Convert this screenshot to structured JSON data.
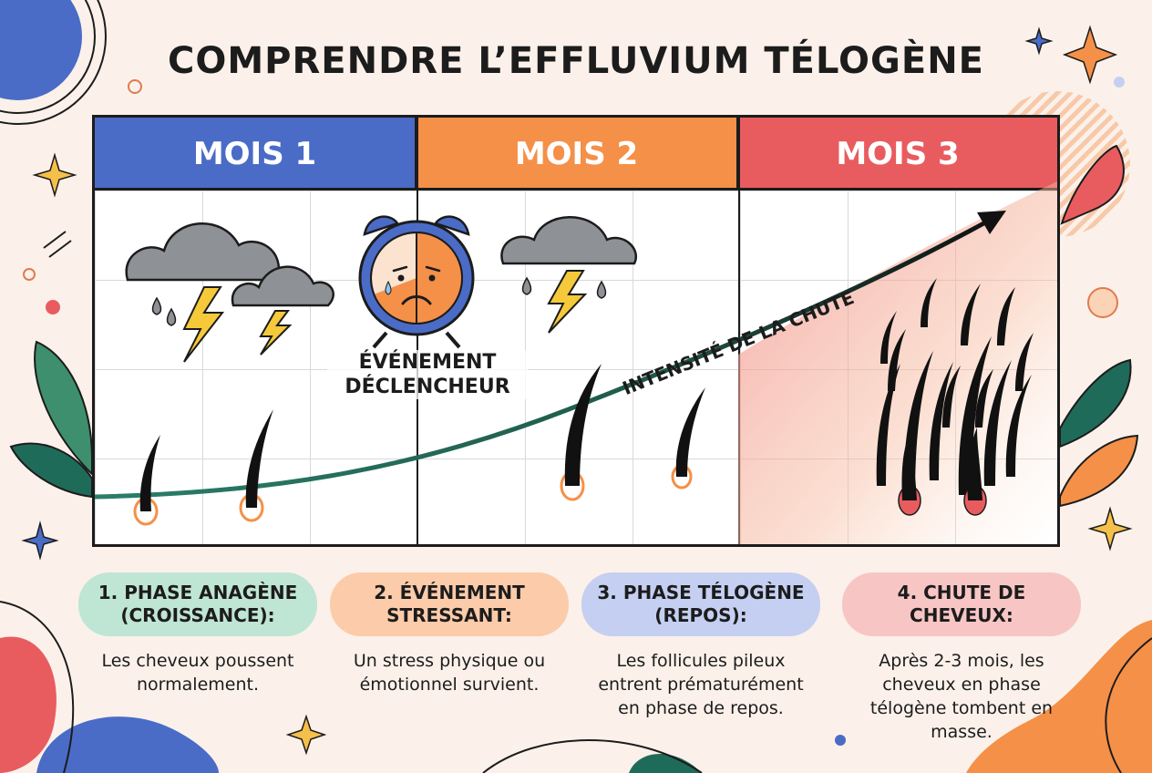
{
  "title": "COMPRENDRE L’EFFLUVIUM TÉLOGÈNE",
  "months": [
    "MOIS 1",
    "MOIS 2",
    "MOIS 3"
  ],
  "trigger_label_line1": "ÉVÉNEMENT",
  "trigger_label_line2": "DÉCLENCHEUR",
  "arrow_label": "INTENSITÉ DE LA CHUTE",
  "phases": [
    {
      "title_line1": "1. PHASE ANAGÈNE",
      "title_line2": "(CROISSANCE):",
      "desc_lines": [
        "Les cheveux poussent",
        "normalement."
      ]
    },
    {
      "title_line1": "2. ÉVÉNEMENT",
      "title_line2": "STRESSANT:",
      "desc_lines": [
        "Un stress physique ou",
        "émotionnel survient."
      ]
    },
    {
      "title_line1": "3. PHASE TÉLOGÈNE",
      "title_line2": "(REPOS):",
      "desc_lines": [
        "Les follicules pileux",
        "entrent prématurément",
        "en phase de repos."
      ]
    },
    {
      "title_line1": "4. CHUTE DE",
      "title_line2": "CHEVEUX:",
      "desc_lines": [
        "Après 2-3 mois, les",
        "cheveux en phase",
        "télogène tombent en",
        "masse."
      ]
    }
  ],
  "colors": {
    "month1": "#4a6cc7",
    "month2": "#f59048",
    "month3": "#e85c5f",
    "curve": "#1f6b5a",
    "phase1": "#bfe5d4",
    "phase2": "#fccbaa",
    "phase3": "#c5cff2",
    "phase4": "#f8c5c5"
  }
}
